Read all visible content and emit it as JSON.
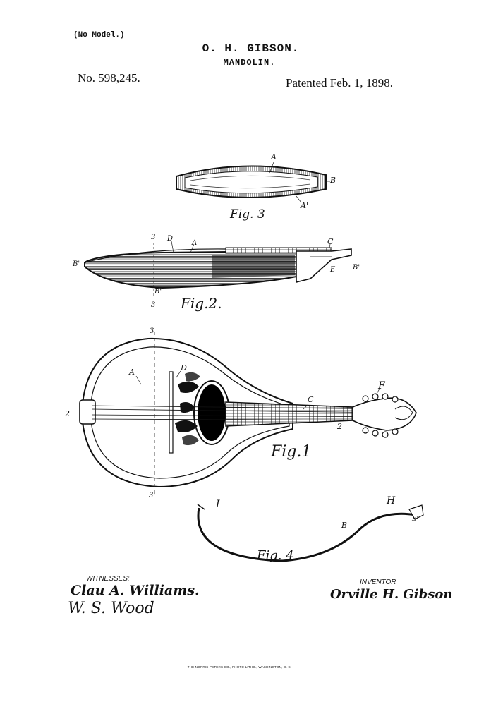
{
  "header": {
    "no_model": "(No Model.)",
    "inventor": "O. H. GIBSON.",
    "title": "MANDOLIN.",
    "patent_number": "No. 598,245.",
    "patent_date": "Patented Feb. 1, 1898."
  },
  "figures": {
    "fig3": "Fig. 3",
    "fig2": "Fig.2.",
    "fig1": "Fig.1",
    "fig4": "Fig. 4."
  },
  "reference_letters": {
    "fig3_a": "A",
    "fig3_b": "B",
    "fig3_a1": "A'",
    "fig2_3top": "3",
    "fig2_d": "D",
    "fig2_a": "A",
    "fig2_c": "C",
    "fig2_b1_left": "B'",
    "fig2_b1_right": "B'",
    "fig2_e": "E",
    "fig2_b1_bottom": "B'",
    "fig2_3bottom": "3",
    "fig1_3top": "3",
    "fig1_a": "A",
    "fig1_d": "D",
    "fig1_c": "C",
    "fig1_f": "F",
    "fig1_2left": "2",
    "fig1_2right": "2",
    "fig1_3bottom": "3'",
    "fig4_i": "I",
    "fig4_h": "H",
    "fig4_b": "B",
    "fig4_b1": "B'"
  },
  "signatures": {
    "witnesses_label": "WITNESSES:",
    "witness_1": "Clau A. Williams.",
    "witness_2": "W. S. Wood",
    "inventor_label": "INVENTOR",
    "inventor_signature": "Orville H. Gibson"
  },
  "footer": {
    "printer": "THE NORRIS PETERS CO., PHOTO-LITHO., WASHINGTON, D. C."
  }
}
